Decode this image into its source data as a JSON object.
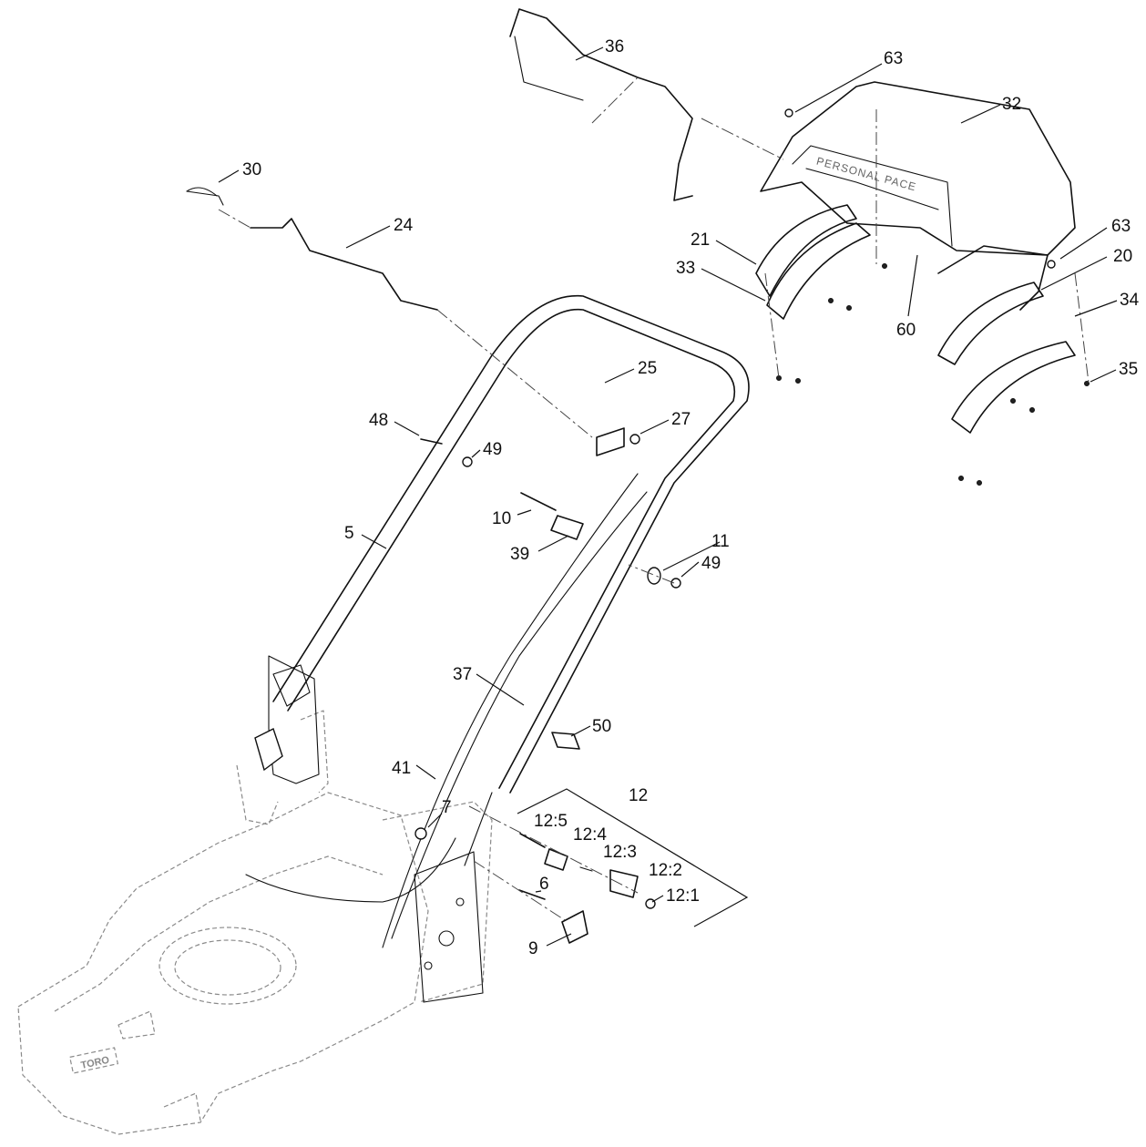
{
  "callouts": [
    {
      "id": "c36",
      "label": "36"
    },
    {
      "id": "c63a",
      "label": "63"
    },
    {
      "id": "c32",
      "label": "32"
    },
    {
      "id": "c30",
      "label": "30"
    },
    {
      "id": "c24",
      "label": "24"
    },
    {
      "id": "c21",
      "label": "21"
    },
    {
      "id": "c33",
      "label": "33"
    },
    {
      "id": "c63b",
      "label": "63"
    },
    {
      "id": "c20",
      "label": "20"
    },
    {
      "id": "c60",
      "label": "60"
    },
    {
      "id": "c34",
      "label": "34"
    },
    {
      "id": "c35",
      "label": "35"
    },
    {
      "id": "c25",
      "label": "25"
    },
    {
      "id": "c48",
      "label": "48"
    },
    {
      "id": "c27",
      "label": "27"
    },
    {
      "id": "c49a",
      "label": "49"
    },
    {
      "id": "c10",
      "label": "10"
    },
    {
      "id": "c5",
      "label": "5"
    },
    {
      "id": "c11",
      "label": "11"
    },
    {
      "id": "c39",
      "label": "39"
    },
    {
      "id": "c49b",
      "label": "49"
    },
    {
      "id": "c37",
      "label": "37"
    },
    {
      "id": "c50",
      "label": "50"
    },
    {
      "id": "c41",
      "label": "41"
    },
    {
      "id": "c12",
      "label": "12"
    },
    {
      "id": "c7",
      "label": "7"
    },
    {
      "id": "c12_5",
      "label": "12:5"
    },
    {
      "id": "c12_4",
      "label": "12:4"
    },
    {
      "id": "c12_3",
      "label": "12:3"
    },
    {
      "id": "c12_2",
      "label": "12:2"
    },
    {
      "id": "c6",
      "label": "6"
    },
    {
      "id": "c12_1",
      "label": "12:1"
    },
    {
      "id": "c9",
      "label": "9"
    }
  ],
  "handle_text": "PERSONAL PACE",
  "deck_logo": "TORO"
}
